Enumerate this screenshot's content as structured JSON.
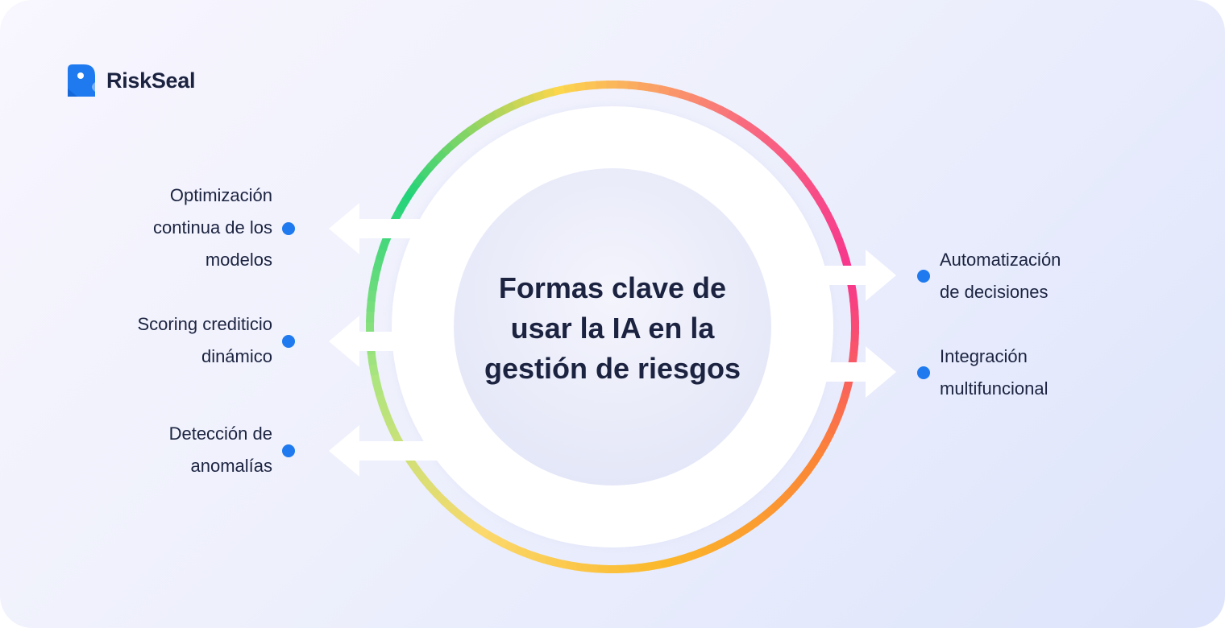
{
  "brand": {
    "name": "RiskSeal",
    "color": "#1f7aef"
  },
  "center": {
    "title": "Formas clave de\nusar la IA en la\ngestión de riesgos"
  },
  "left_items": [
    {
      "label": "Optimización\ncontinua de los\nmodelos"
    },
    {
      "label": "Scoring crediticio\ndinámico"
    },
    {
      "label": "Detección de\nanomalías"
    }
  ],
  "right_items": [
    {
      "label": "Automatización\nde decisiones"
    },
    {
      "label": "Integración\nmultifuncional"
    }
  ],
  "colors": {
    "bullet": "#1f7aef",
    "text": "#1b2340",
    "ring_gradient": [
      "#21d37a",
      "#fcd64c",
      "#f86b7e",
      "#f7358e",
      "#fb8436",
      "#fbb72a",
      "#fbd96d",
      "#aee57f"
    ]
  }
}
